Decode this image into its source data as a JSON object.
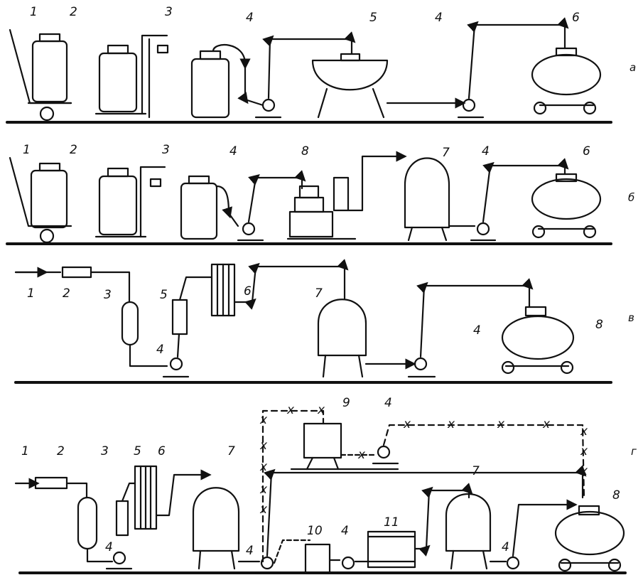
{
  "labels": {
    "n1": "1",
    "n2": "2",
    "n3": "3",
    "n4": "4",
    "n5": "5",
    "n6": "6",
    "n7": "7",
    "n8": "8",
    "n9": "9",
    "n10": "10",
    "n11": "11"
  },
  "rows": {
    "a": "а",
    "b": "б",
    "c": "в",
    "d": "г"
  },
  "return_marker": "x"
}
